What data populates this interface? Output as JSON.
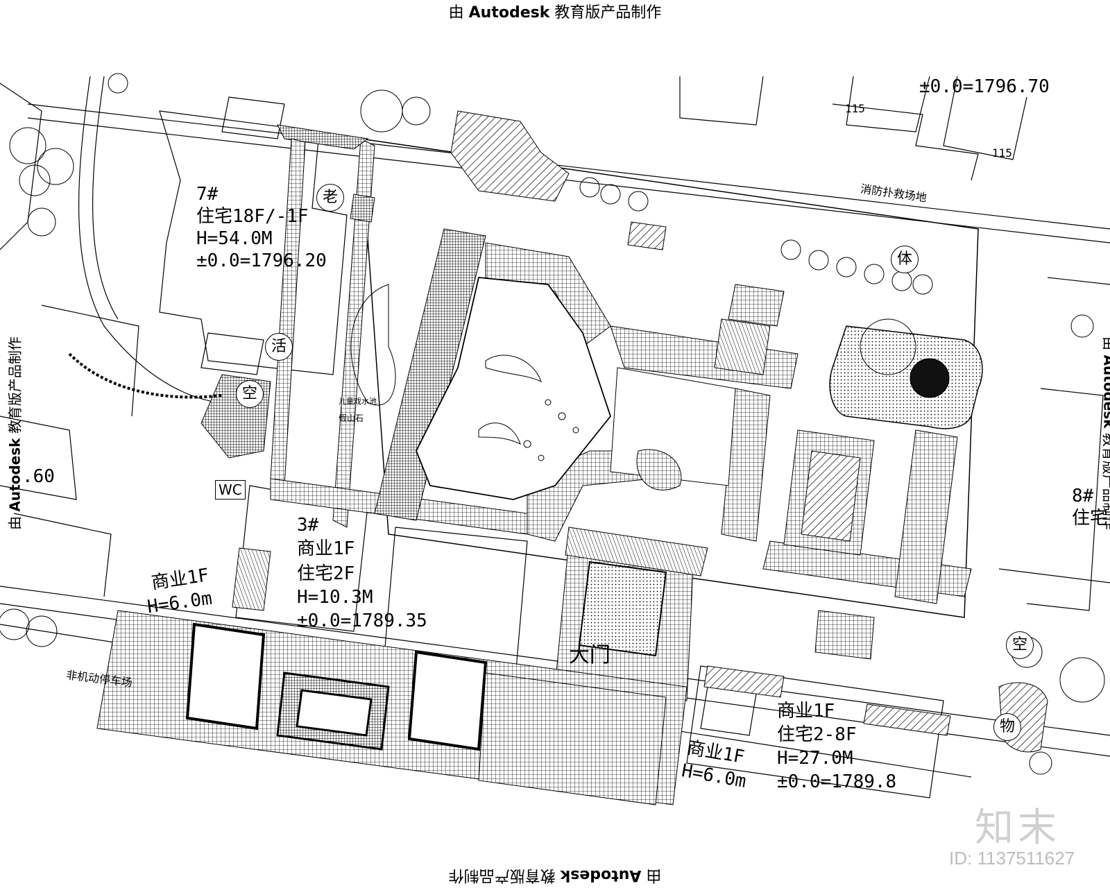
{
  "stamps": {
    "prefix": "由",
    "brand": "Autodesk",
    "suffix": "教育版产品制作"
  },
  "buildings": {
    "b7": {
      "num": "7#",
      "use": "住宅18F/-1F",
      "height": "H=54.0M",
      "elev": "±0.0=1796.20"
    },
    "b3": {
      "num": "3#",
      "use1": "商业1F",
      "use2": "住宅2F",
      "height": "H=10.3M",
      "elev": "±0.0=1789.35"
    },
    "b_east": {
      "use1": "商业1F",
      "use2": "住宅2-8F",
      "height": "H=27.0M",
      "elev": "±0.0=1789.8"
    },
    "b_right": {
      "num": "8#",
      "use": "住宅"
    },
    "top_elev": "±0.0=1796.70"
  },
  "labels": {
    "commercial_sw": "商业1F",
    "commercial_sw_h": "H=6.0m",
    "commercial_se": "商业1F",
    "commercial_se_h": "H=6.0m",
    "gate": "大门",
    "left_elev": ".60",
    "fire_lane": "消防扑救场地",
    "bike_lane": "非机动停车场",
    "num115a": "115",
    "num115b": "115",
    "kid_area": "儿童戏水池",
    "rock": "假山石"
  },
  "tags": {
    "lao": "老",
    "huo": "活",
    "kong1": "空",
    "ti": "体",
    "kong2": "空",
    "wu": "物",
    "wc": "WC"
  },
  "watermark": {
    "logo": "知末",
    "id": "ID: 1137511627"
  }
}
